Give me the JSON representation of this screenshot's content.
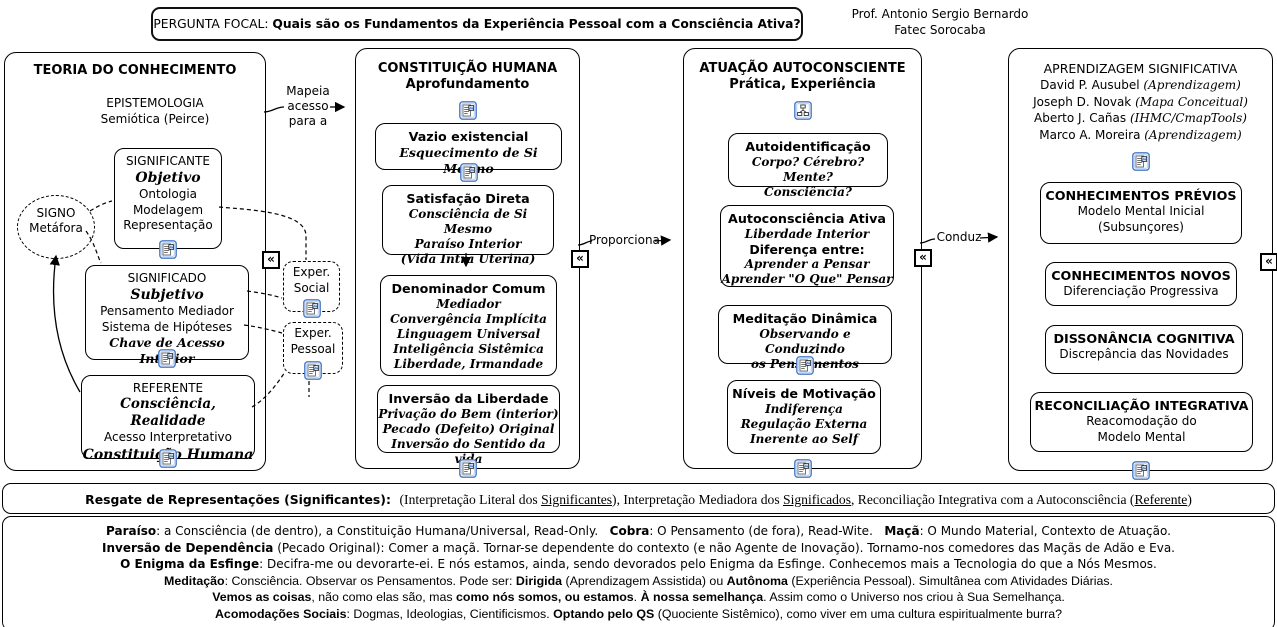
{
  "header": {
    "focal_label": "PERGUNTA FOCAL: ",
    "focal_question": "Quais são os Fundamentos da Experiência Pessoal com a Consciência Ativa?",
    "author_line1": "Prof. Antonio Sergio Bernardo",
    "author_line2": "Fatec Sorocaba"
  },
  "icons": {
    "collapse_chevron": "«",
    "resource_icon": "document-with-image",
    "cmap_icon": "concept-map"
  },
  "connectors": {
    "mapeia": "Mapeia\nacesso\npara a",
    "proporciona": "Proporciona",
    "conduz": "Conduz"
  },
  "col1": {
    "title": "TEORIA DO CONHECIMENTO",
    "epistemologia": "EPISTEMOLOGIA\nSemiótica (Peirce)",
    "signo": "SIGNO\nMetáfora",
    "significante": {
      "title": "SIGNIFICANTE",
      "script": "Objetivo",
      "lines": "Ontologia\nModelagem\nRepresentação"
    },
    "significado": {
      "title": "SIGNIFICADO",
      "script": "Subjetivo",
      "lines": "Pensamento Mediador\nSistema de Hipóteses",
      "script2": "Chave de Acesso Interior"
    },
    "referente": {
      "title": "REFERENTE",
      "script": "Consciência, Realidade",
      "line": "Acesso Interpretativo",
      "script2": "Constituição Humana"
    },
    "exper_social": "Exper.\nSocial",
    "exper_pessoal": "Exper.\nPessoal"
  },
  "col2": {
    "title": "CONSTITUIÇÃO HUMANA\nAprofundamento",
    "boxes": [
      {
        "title": "Vazio existencial",
        "script": "Esquecimento de Si Mesmo"
      },
      {
        "title": "Satisfação Direta",
        "script": "Consciência de Si Mesmo\nParaíso Interior\n(Vida Intra Uterina)"
      },
      {
        "title": "Denominador Comum",
        "script": "Mediador\nConvergência Implícita\nLinguagem Universal\nInteligência Sistêmica\nLiberdade, Irmandade"
      },
      {
        "title": "Inversão da Liberdade",
        "script": "Privação do Bem (interior)\nPecado (Defeito) Original\nInversão do Sentido da vida"
      }
    ]
  },
  "col3": {
    "title": "ATUAÇÃO AUTOCONSCIENTE\nPrática, Experiência",
    "boxes": [
      {
        "title": "Autoidentificação",
        "script": "Corpo? Cérebro? Mente?\nConsciência?"
      },
      {
        "title": "Autoconsciência Ativa",
        "script": "Liberdade Interior",
        "title2": "Diferença entre:",
        "script2": "Aprender a Pensar\nAprender \"O Que\" Pensar"
      },
      {
        "title": "Meditação Dinâmica",
        "script": "Observando e Conduzindo\nos Pensamentos"
      },
      {
        "title": "Níveis de Motivação",
        "script": "Indiferença\nRegulação Externa\nInerente ao Self"
      }
    ]
  },
  "col4": {
    "title": "APRENDIZAGEM SIGNIFICATIVA",
    "authors": [
      {
        "name": "David P. Ausubel ",
        "note": "(Aprendizagem)"
      },
      {
        "name": "Joseph D. Novak ",
        "note": "(Mapa Conceitual)"
      },
      {
        "name": "Aberto J. Cañas ",
        "note": "(IHMC/CmapTools)"
      },
      {
        "name": "Marco A. Moreira ",
        "note": "(Aprendizagem)"
      }
    ],
    "boxes": [
      {
        "title": "CONHECIMENTOS PRÉVIOS",
        "lines": "Modelo Mental Inicial\n(Subsunçores)"
      },
      {
        "title": "CONHECIMENTOS NOVOS",
        "lines": "Diferenciação Progressiva"
      },
      {
        "title": "DISSONÂNCIA COGNITIVA",
        "lines": "Discrepância das Novidades"
      },
      {
        "title": "RECONCILIAÇÃO INTEGRATIVA",
        "lines": "Reacomodação do\nModelo Mental"
      }
    ]
  },
  "bottom_bar": {
    "segments": [
      {
        "t": "Resgate de Representações (Significantes):  ",
        "c": "b"
      },
      {
        "t": "(Interpretação Literal dos ",
        "c": "serif"
      },
      {
        "t": "Significantes",
        "c": "serif u"
      },
      {
        "t": "), Interpretação Mediadora dos ",
        "c": "serif"
      },
      {
        "t": "Significados",
        "c": "serif u"
      },
      {
        "t": ", Reconciliação Integrativa com a Autoconsciência (",
        "c": "serif"
      },
      {
        "t": "Referente",
        "c": "serif u"
      },
      {
        "t": ")",
        "c": "serif"
      }
    ]
  },
  "notes": {
    "lines": [
      {
        "c": "",
        "segs": [
          {
            "t": "Paraíso",
            "c": "b"
          },
          {
            "t": ": a Consciência (de dentro), a Constituição Humana/Universal, Read-Only.   "
          },
          {
            "t": "Cobra",
            "c": "b"
          },
          {
            "t": ": O Pensamento (de fora), Read-Wite.   "
          },
          {
            "t": "Maçã",
            "c": "b"
          },
          {
            "t": ": O Mundo Material, Contexto de Atuação."
          }
        ]
      },
      {
        "c": "",
        "segs": [
          {
            "t": "Inversão de Dependência",
            "c": "b"
          },
          {
            "t": " (Pecado Original): Comer a maçã. Tornar-se dependente do contexto (e não Agente de Inovação). Tornamo-nos comedores das Maçãs de Adão e Eva."
          }
        ]
      },
      {
        "c": "",
        "segs": [
          {
            "t": "O Enigma da Esfinge",
            "c": "b"
          },
          {
            "t": ": Decifra-me ou devorarte-ei. E nós estamos, ainda, sendo devorados pelo Enigma da Esfinge. Conhecemos mais a Tecnologia do que a Nós Mesmos."
          }
        ]
      },
      {
        "c": "cond",
        "segs": [
          {
            "t": "Meditação",
            "c": "b"
          },
          {
            "t": ": Consciência. Observar os Pensamentos. Pode ser: "
          },
          {
            "t": "Dirigida",
            "c": "b"
          },
          {
            "t": " (Aprendizagem Assistida) ou "
          },
          {
            "t": "Autônoma",
            "c": "b"
          },
          {
            "t": " (Experiência Pessoal). Simultânea com Atividades Diárias."
          }
        ]
      },
      {
        "c": "cond",
        "segs": [
          {
            "t": "Vemos as coisas",
            "c": "b"
          },
          {
            "t": ", não como elas são, mas "
          },
          {
            "t": "como nós somos, ou estamos",
            "c": "b"
          },
          {
            "t": ". "
          },
          {
            "t": "À nossa semelhança",
            "c": "b"
          },
          {
            "t": ". Assim como o Universo nos criou à Sua Semelhança."
          }
        ]
      },
      {
        "c": "cond",
        "segs": [
          {
            "t": "Acomodações Sociais",
            "c": "b"
          },
          {
            "t": ": Dogmas, Ideologias, Cientificismos. "
          },
          {
            "t": "Optando pelo QS",
            "c": "b"
          },
          {
            "t": " (Quociente Sistêmico), como viver em uma cultura espiritualmente burra?"
          }
        ]
      }
    ]
  }
}
